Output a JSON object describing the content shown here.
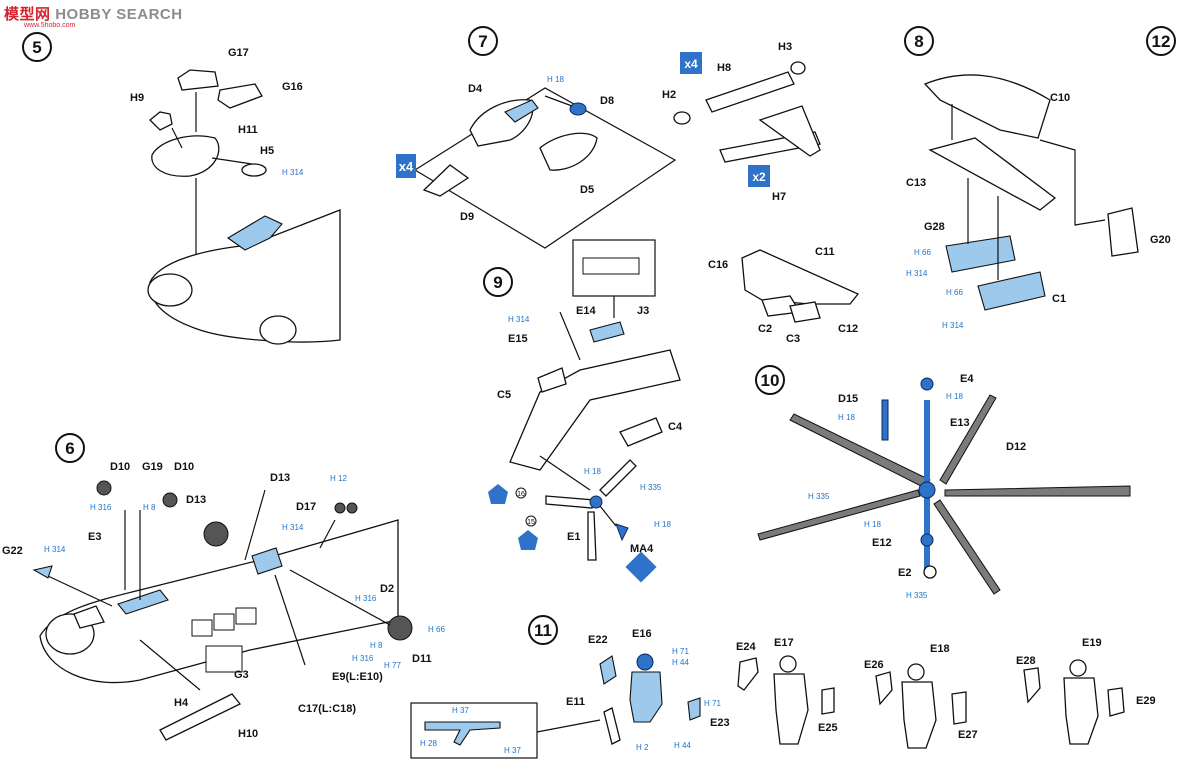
{
  "watermark": {
    "logo": "模型网",
    "brand": "HOBBY SEARCH",
    "url": "www.5hobo.com"
  },
  "steps": [
    {
      "n": "5"
    },
    {
      "n": "6"
    },
    {
      "n": "7"
    },
    {
      "n": "8"
    },
    {
      "n": "9"
    },
    {
      "n": "10"
    },
    {
      "n": "11"
    },
    {
      "n": "12"
    }
  ],
  "parts": {
    "G17": "G17",
    "G16": "G16",
    "H9": "H9",
    "H11": "H11",
    "H5": "H5",
    "D4": "D4",
    "D8": "D8",
    "D5": "D5",
    "D9": "D9",
    "H3": "H3",
    "H8": "H8",
    "H2": "H2",
    "H7": "H7",
    "C10": "C10",
    "C13": "C13",
    "G28": "G28",
    "G20": "G20",
    "C1": "C1",
    "C16": "C16",
    "C11": "C11",
    "C2": "C2",
    "C3": "C3",
    "C12": "C12",
    "E14": "E14",
    "J3": "J3",
    "E15": "E15",
    "C5": "C5",
    "C4": "C4",
    "E1": "E1",
    "MA4": "MA4",
    "E4": "E4",
    "D15": "D15",
    "E13": "E13",
    "D12": "D12",
    "E12": "E12",
    "E2": "E2",
    "D10a": "D10",
    "G19": "G19",
    "D10b": "D10",
    "D13a": "D13",
    "D13b": "D13",
    "E3": "E3",
    "D17": "D17",
    "G22": "G22",
    "D2": "D2",
    "E9": "E9(L:E10)",
    "D11": "D11",
    "G3": "G3",
    "H4": "H4",
    "H10": "H10",
    "C17": "C17(L:C18)",
    "E22": "E22",
    "E16": "E16",
    "E11": "E11",
    "E23": "E23",
    "E24": "E24",
    "E17": "E17",
    "E25": "E25",
    "E26": "E26",
    "E18": "E18",
    "E27": "E27",
    "E28": "E28",
    "E19": "E19",
    "E29": "E29"
  },
  "paint": {
    "p314a": "H 314",
    "p18a": "H 18",
    "p66a": "H 66",
    "p314b": "H 314",
    "p66b": "H 66",
    "p314c": "H 314",
    "p314d": "H 314",
    "p18b": "H 18",
    "p335a": "H 335",
    "p18c": "H 18",
    "p18d": "H 18",
    "p18e": "H 18",
    "p335b": "H 335",
    "p18f": "H 18",
    "p335c": "H 335",
    "p12": "H 12",
    "p314e": "H 314",
    "p316a": "H 316",
    "p8a": "H 8",
    "p314f": "H 314",
    "p316b": "H 316",
    "p8b": "H 8",
    "p316c": "H 316",
    "p77": "H 77",
    "p66c": "H 66",
    "p71a": "H 71",
    "p44a": "H 44",
    "p71b": "H 71",
    "p2": "H 2",
    "p44b": "H 44",
    "p37a": "H 37",
    "p28": "H 28",
    "p37b": "H 37"
  },
  "multipliers": {
    "m1": "x4",
    "m2": "x4",
    "m3": "x2"
  },
  "decal_numbers": {
    "d16": "16",
    "d15": "15"
  },
  "colors": {
    "accent_blue": "#2f72c9",
    "light_blue": "#9cc9ec",
    "rotor_grey": "#7b7b7b"
  }
}
